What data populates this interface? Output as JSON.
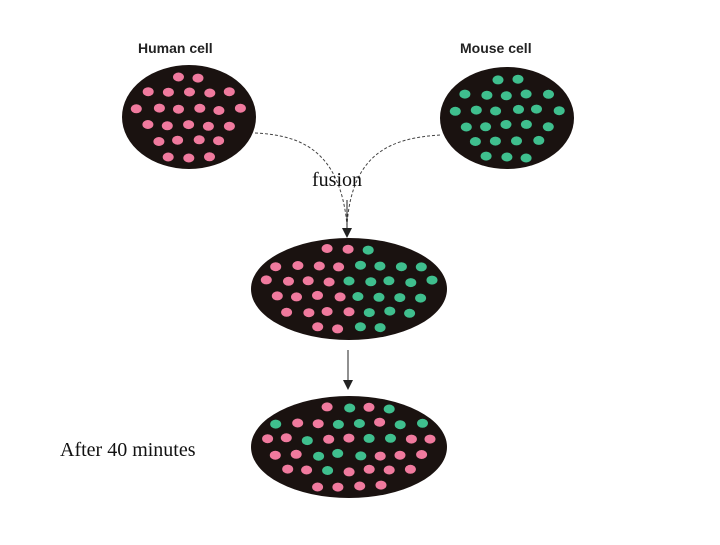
{
  "labels": {
    "human_cell": "Human cell",
    "mouse_cell": "Mouse cell",
    "fusion": "fusion",
    "after": "After 40 minutes"
  },
  "colors": {
    "cell_fill": "#1a1210",
    "human_protein": "#f07a9e",
    "mouse_protein": "#3fbf8e",
    "arrow": "#444444",
    "background": "#ffffff"
  },
  "cells": {
    "human": {
      "proteins": "human"
    },
    "mouse": {
      "proteins": "mouse"
    },
    "fused": {
      "proteins": "segregated",
      "human_side": "left",
      "mouse_side": "right"
    },
    "mixed": {
      "proteins": "intermixed"
    }
  }
}
